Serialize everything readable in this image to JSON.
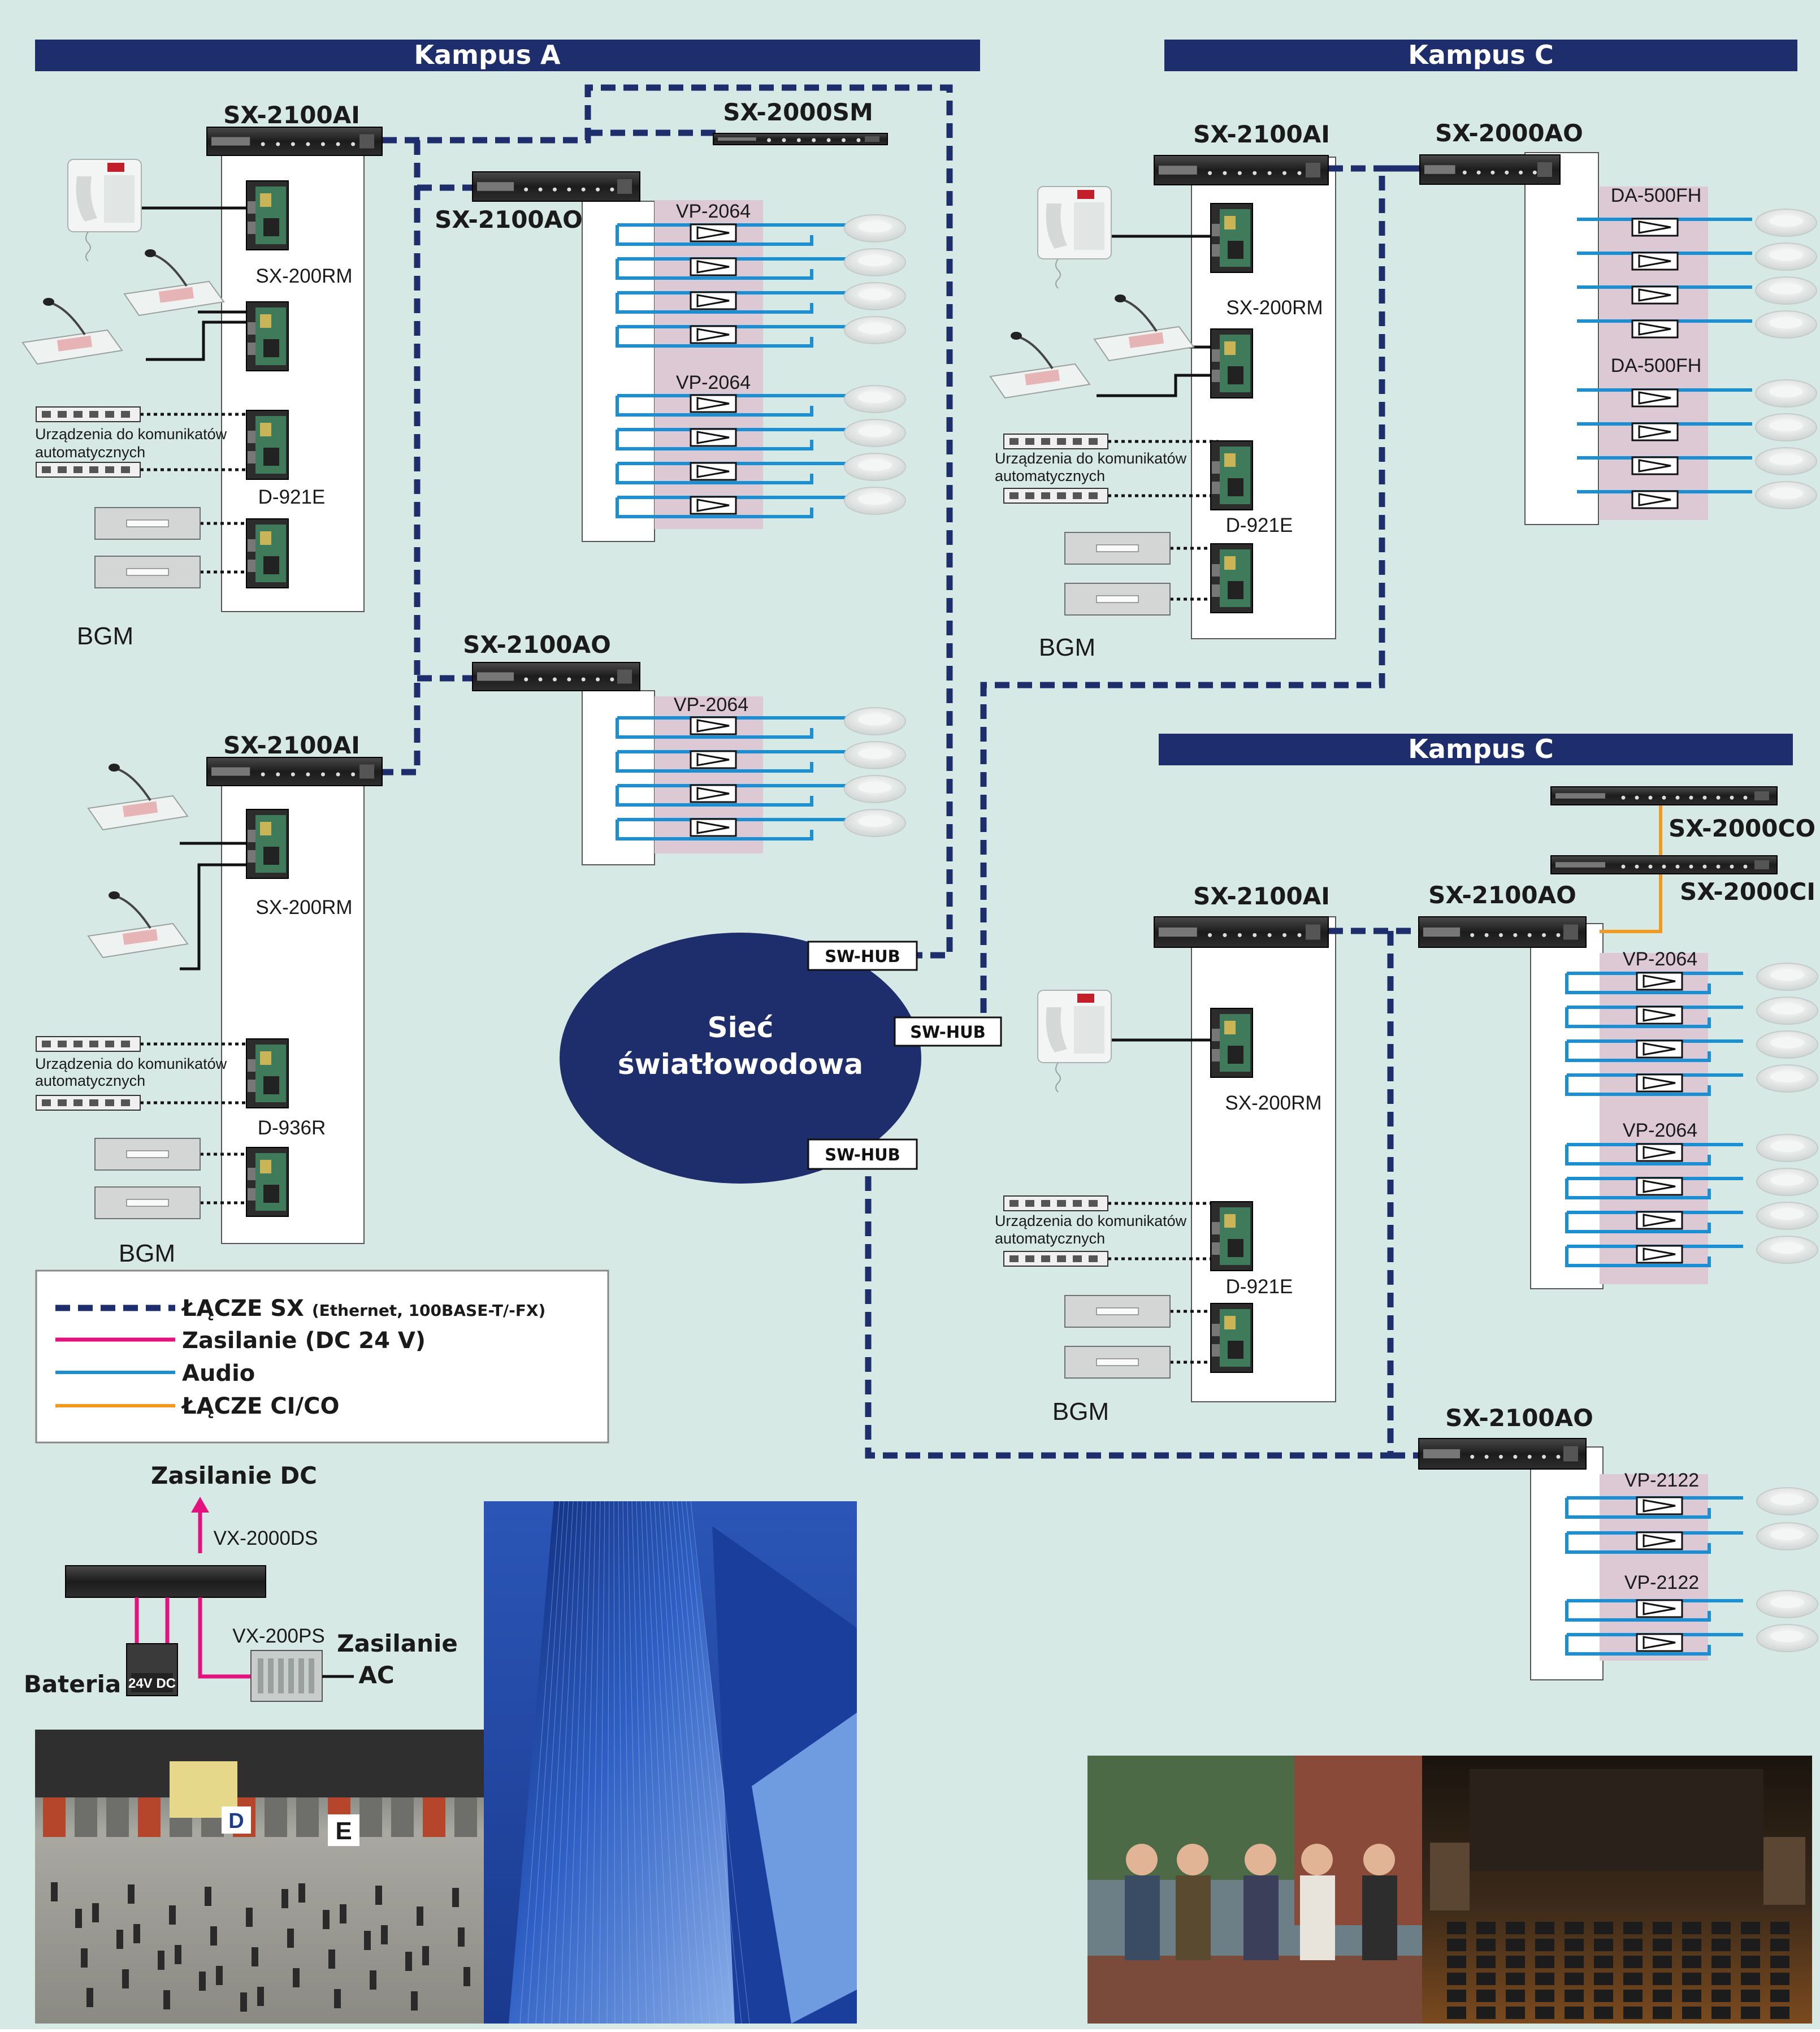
{
  "campuses": {
    "a_title": "Kampus A",
    "c_top_title": "Kampus C",
    "c_bottom_title": "Kampus C"
  },
  "devices": {
    "input_unit": "SX-2100AI",
    "output_unit": "SX-2100AO",
    "system_manager": "SX-2000SM",
    "output_2000": "SX-2000AO",
    "co_unit": "SX-2000CO",
    "ci_unit": "SX-2000CI",
    "remote_module": "SX-200RM",
    "module_921": "D-921E",
    "module_936": "D-936R",
    "amp_2064": "VP-2064",
    "amp_500": "DA-500FH",
    "amp_2122": "VP-2122",
    "auto_msg_line1": "Urządzenia do komunikatów",
    "auto_msg_line2": "automatycznych",
    "bgm": "BGM"
  },
  "network": {
    "line1": "Sieć",
    "line2": "światłowodowa",
    "hub": "SW-HUB"
  },
  "legend": {
    "sx_link": "ŁĄCZE SX",
    "sx_link_detail": "(Ethernet, 100BASE-T/-FX)",
    "power": "Zasilanie",
    "power_detail": "(DC 24 V)",
    "audio": "Audio",
    "cico": "ŁĄCZE CI/CO"
  },
  "power_section": {
    "dc_title": "Zasilanie DC",
    "distributor": "VX-2000DS",
    "supply": "VX-200PS",
    "ac_line1": "Zasilanie",
    "ac_line2": "AC",
    "battery": "Bateria",
    "battery_badge": "24V DC"
  },
  "photos": {
    "airport_sign_d": "D",
    "airport_sign_e": "E"
  },
  "colors": {
    "background": "#d7e9e4",
    "banner": "#1e2d6b",
    "sx_link": "#1e2d6b",
    "power": "#e3127f",
    "audio": "#1a8fd4",
    "cico": "#f39a1e",
    "network_cloud": "#1e2d6b",
    "amp_panel": "#dcc9d3"
  }
}
